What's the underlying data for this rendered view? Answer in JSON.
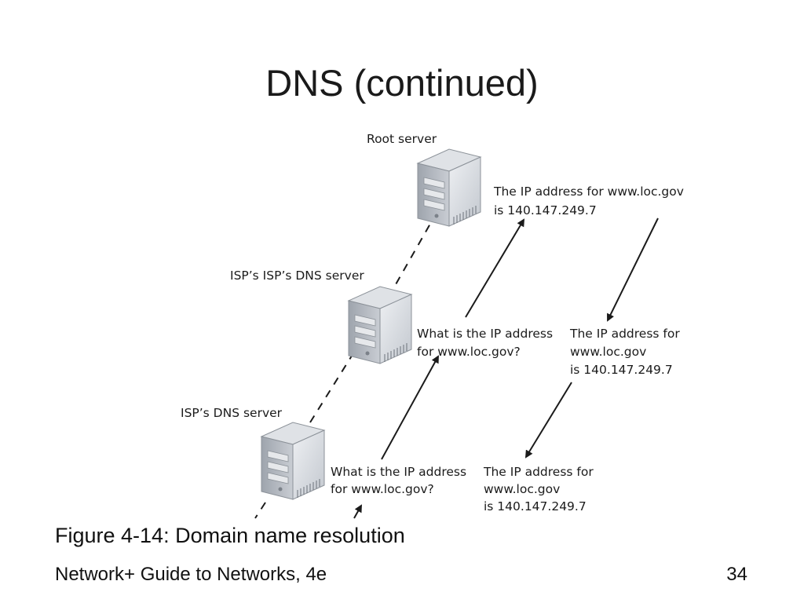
{
  "slide": {
    "title": "DNS (continued)",
    "caption": "Figure 4-14: Domain name resolution",
    "footer_left": "Network+ Guide to Networks, 4e",
    "page_number": "34"
  },
  "diagram": {
    "servers": [
      {
        "label": "Root server",
        "icon": "server-tower-icon"
      },
      {
        "label": "ISP’s ISP’s DNS server",
        "icon": "server-tower-icon"
      },
      {
        "label": "ISP’s DNS server",
        "icon": "server-tower-icon"
      }
    ],
    "messages": {
      "query_to_isp_isp": [
        "What is the IP address",
        "for www.loc.gov?"
      ],
      "query_to_root": [
        "What is the IP address",
        "for www.loc.gov?"
      ],
      "reply_from_root": [
        "The IP address for www.loc.gov",
        "is 140.147.249.7"
      ],
      "reply_from_isp_isp": [
        "The IP address for",
        "www.loc.gov",
        "is 140.147.249.7"
      ],
      "reply_from_isp": [
        "The IP address for",
        "www.loc.gov",
        "is 140.147.249.7"
      ]
    },
    "colors": {
      "server_body": "#b7bcc4",
      "server_front": "#d9dde2",
      "arrow": "#1b1b1b"
    }
  }
}
